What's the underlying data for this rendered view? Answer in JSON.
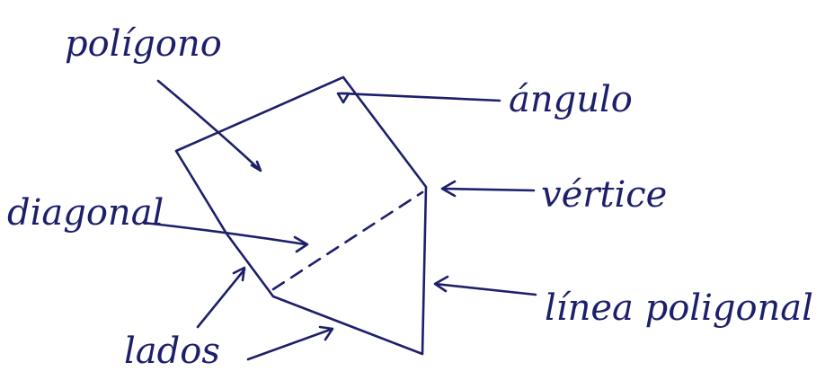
{
  "diagram": {
    "ink_color": "#1d1f6b",
    "background": "#ffffff",
    "labels": {
      "polygon": "polígono",
      "angle": "ángulo",
      "vertex": "vértice",
      "diagonal": "diagonal",
      "polygonal_line": "línea poligonal",
      "sides": "lados"
    }
  }
}
